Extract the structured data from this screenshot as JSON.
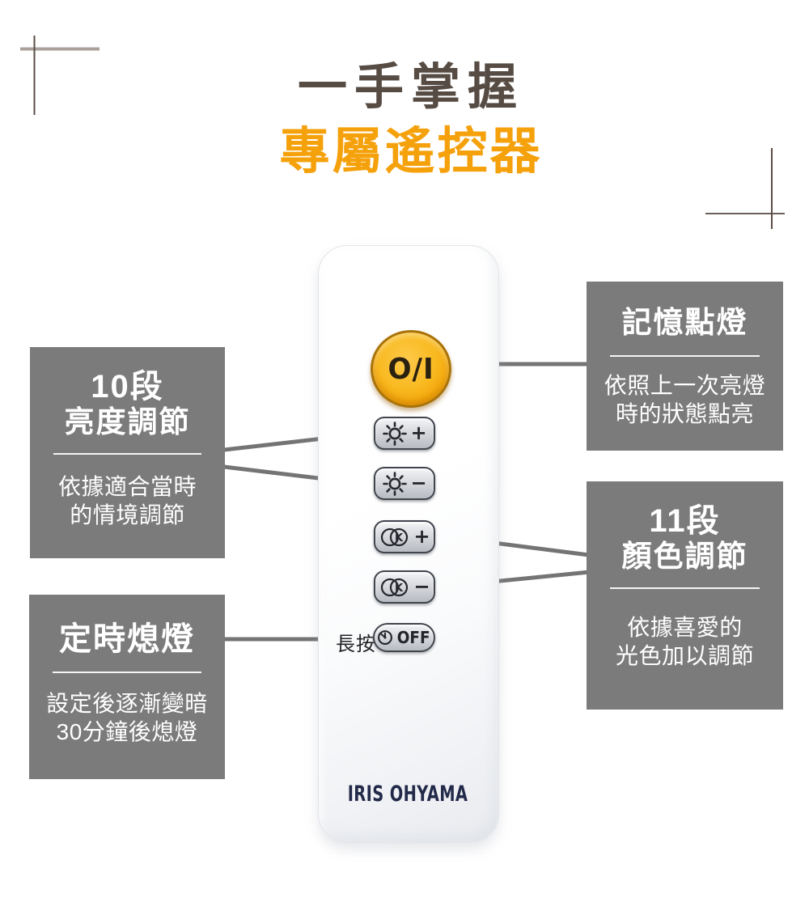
{
  "title": {
    "line1": "一手掌握",
    "line2": "專屬遙控器"
  },
  "remote": {
    "power_button": {
      "label": "O/I",
      "icon": "power-toggle-icon"
    },
    "buttons": [
      {
        "name": "brightness-up",
        "icon": "sun-icon",
        "sign": "+"
      },
      {
        "name": "brightness-down",
        "icon": "sun-icon",
        "sign": "−"
      },
      {
        "name": "color-temp-up",
        "icon": "kelvin-circles-icon",
        "sign": "+"
      },
      {
        "name": "color-temp-down",
        "icon": "kelvin-circles-icon",
        "sign": "−"
      }
    ],
    "off_row": {
      "hint": "長按",
      "icon": "timer-clock-icon",
      "label": "OFF"
    },
    "brand": "IRIS OHYAMA"
  },
  "callouts": {
    "brightness": {
      "heading_line1": "10段",
      "heading_line2": "亮度調節",
      "body_line1": "依據適合當時",
      "body_line2": "的情境調節"
    },
    "timer_off": {
      "heading": "定時熄燈",
      "body_line1": "設定後逐漸變暗",
      "body_line2": "30分鐘後熄燈"
    },
    "memory": {
      "heading": "記憶點燈",
      "body_line1": "依照上一次亮燈",
      "body_line2": "時的狀態點亮"
    },
    "color": {
      "heading_line1": "11段",
      "heading_line2": "顏色調節",
      "body_line1": "依據喜愛的",
      "body_line2": "光色加以調節"
    }
  },
  "colors": {
    "title_dark": "#574c44",
    "title_orange": "#f5a10c",
    "callout_gray": "#7b7b7b",
    "connector_gray": "#747474",
    "power_yellow": "#f8b71f",
    "button_gray": "#c9ccd2",
    "brand_navy": "#222a4a"
  }
}
